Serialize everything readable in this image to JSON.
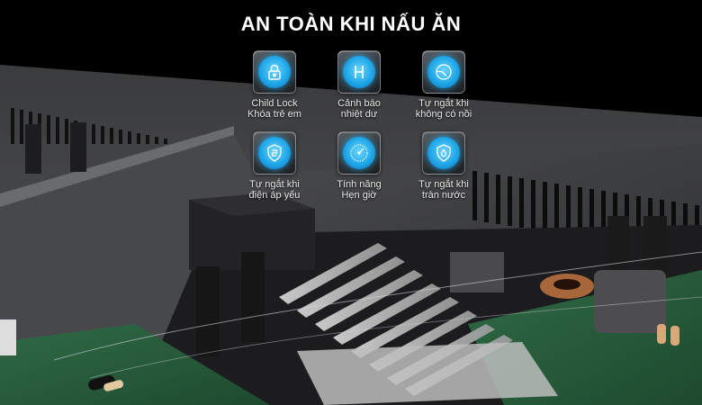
{
  "title": "AN TOÀN KHI NẤU ĂN",
  "features": [
    {
      "icon": "lock-icon",
      "line1": "Child Lock",
      "line2": "Khóa trẻ em"
    },
    {
      "icon": "h-letter-icon",
      "line1": "Cảnh báo",
      "line2": "nhiệt dư"
    },
    {
      "icon": "pot-detect-icon",
      "line1": "Tự ngắt khi",
      "line2": "không có nồi"
    },
    {
      "icon": "shield-voltage-icon",
      "line1": "Tự ngắt khi",
      "line2": "điện áp yếu"
    },
    {
      "icon": "timer-dial-icon",
      "line1": "Tính năng",
      "line2": "Hẹn giờ"
    },
    {
      "icon": "shield-water-icon",
      "line1": "Tự ngắt khi",
      "line2": "tràn nước"
    }
  ],
  "colors": {
    "accent": "#1fa7e8",
    "background": "#000000",
    "text": "#ffffff"
  }
}
